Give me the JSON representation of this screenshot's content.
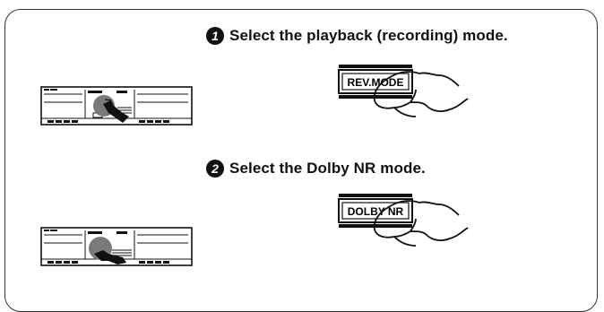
{
  "steps": [
    {
      "number": "1",
      "text": "Select the playback (recording) mode.",
      "button_label": "REV.MODE"
    },
    {
      "number": "2",
      "text": "Select the Dolby NR mode.",
      "button_label": "DOLBY NR"
    }
  ],
  "icons": {
    "deck": "cassette-deck-icon",
    "hand": "pointing-hand-icon"
  },
  "colors": {
    "ink": "#111111",
    "deck_gray": "#7a7a7a",
    "paper": "#ffffff"
  }
}
